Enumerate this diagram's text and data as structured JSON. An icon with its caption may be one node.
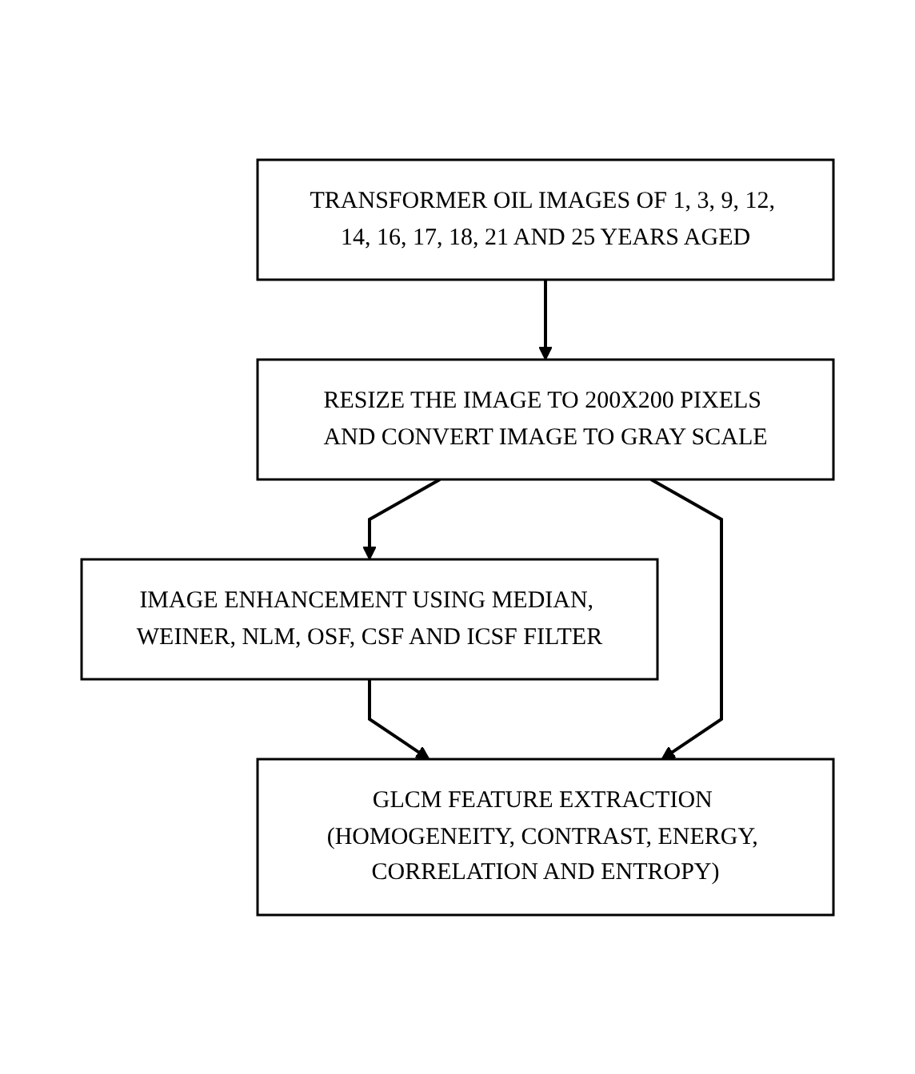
{
  "diagram": {
    "nodes": [
      {
        "text": [
          "TRANSFORMER OIL IMAGES OF 1, 3, 9, 12, 14, 16, 17, 18, 21 AND 25 YEARS AGED"
        ]
      },
      {
        "text": [
          "RESIZE THE IMAGE TO 200X200 PIXELS AND CONVERT IMAGE TO GRAY SCALE"
        ]
      },
      {
        "text": [
          "IMAGE ENHANCEMENT USING MEDIAN, WEINER, NLM, OSF, CSF AND ICSF FILTER"
        ]
      },
      {
        "text": [
          "GLCM FEATURE EXTRACTION (HOMOGENEITY, CONTRAST, ENERGY, CORRELATION AND ENTROPY)"
        ]
      }
    ],
    "edges": [
      {
        "from": 0,
        "to": 1,
        "arrow": "to"
      },
      {
        "from": 1,
        "to": 2,
        "arrow": "to"
      },
      {
        "from": 2,
        "to": 3,
        "arrow": "to"
      },
      {
        "from": 1,
        "to": 3,
        "arrow": "to"
      }
    ]
  }
}
